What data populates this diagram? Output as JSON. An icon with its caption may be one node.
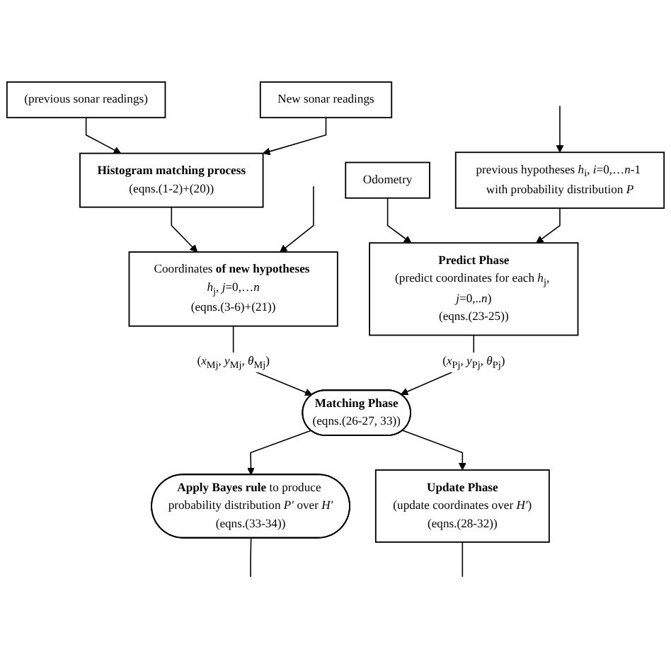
{
  "diagram": {
    "nodes": [
      {
        "text": [
          "(previous sonar readings)"
        ]
      },
      {
        "text": [
          "New sonar readings"
        ]
      },
      {
        "text": [
          "Odometry"
        ]
      },
      {
        "text": [
          "previous hypotheses *h*$_{i}$, *i*=0,…*n*-1 with probability distribution *P*"
        ]
      },
      {
        "text": [
          "Histogram matching process",
          "(eqns.(1-2)+(20))"
        ]
      },
      {
        "text": [
          "Predict Phase",
          "(predict coordinates for each *h*$_{j}$, *j*=0,..*n*)",
          "(eqns.(23-25))"
        ]
      },
      {
        "text": [
          "Coordinates **of new hypotheses** *h*$_{j}$, *j*=0,…*n*",
          "(eqns.(3-6)+(21))"
        ]
      },
      {
        "text": [
          "Matching Phase",
          "(eqns.(26-27, 33))"
        ]
      },
      {
        "text": [
          "**Apply Bayes rule** to produce probability distribution *P′* over *H′*",
          "(eqns.(33-34))"
        ]
      },
      {
        "text": [
          "Update Phase",
          "(update coordinates over *H′*)",
          "(eqns.(28-32))"
        ]
      }
    ],
    "edges": [
      {
        "from": 0,
        "to": 4,
        "arrow": "to"
      },
      {
        "from": 1,
        "to": 4,
        "arrow": "to"
      },
      {
        "from": 2,
        "to": 5,
        "arrow": "to"
      },
      {
        "from": 3,
        "to": 5,
        "arrow": "to"
      },
      {
        "from": null,
        "to": 3,
        "arrow": "to"
      },
      {
        "from": 4,
        "to": 6,
        "arrow": "to"
      },
      {
        "from": null,
        "to": 6,
        "arrow": "to"
      },
      {
        "from": 6,
        "to": 7,
        "arrow": "to",
        "label": "(*x*$_{Mj}$, *y*$_{Mj}$, *θ*$_{Mj}$)"
      },
      {
        "from": 5,
        "to": 7,
        "arrow": "to",
        "label": "(*x*$_{Pj}$, *y*$_{Pj}$, *θ*$_{Pj}$)"
      },
      {
        "from": 7,
        "to": 8,
        "arrow": "to"
      },
      {
        "from": 7,
        "to": 9,
        "arrow": "to"
      },
      {
        "from": 9,
        "to": null,
        "arrow": "none"
      },
      {
        "from": 8,
        "to": null,
        "arrow": "none"
      }
    ]
  }
}
